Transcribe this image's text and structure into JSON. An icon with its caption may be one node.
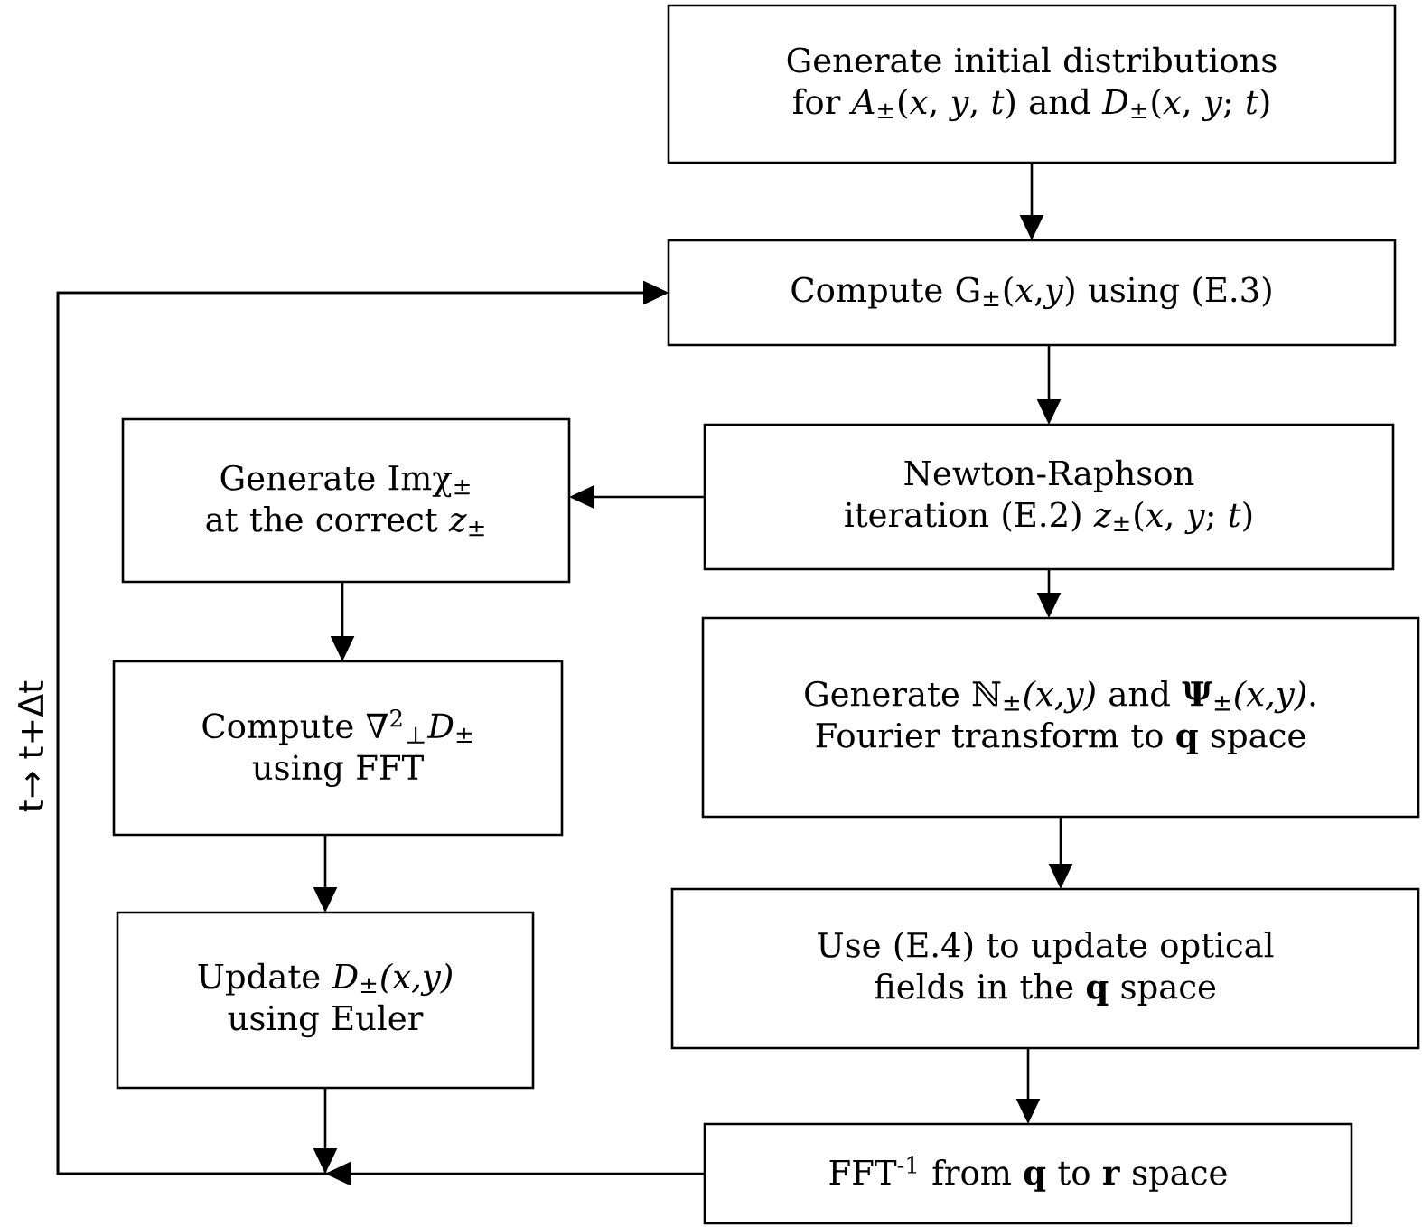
{
  "diagram": {
    "nodes": [
      {
        "text": [
          "Generate initial distributions for *A*$_{±}$(*x*, *y*, *t*) and *D*$_{±}$(*x*, *y*; *t*)"
        ]
      },
      {
        "text": [
          "Compute G$_{±}$(*x*,*y*) using (E.3)"
        ]
      },
      {
        "text": [
          "Newton-Raphson iteration (E.2) *z*$_{±}$(*x*, *y*; *t*)"
        ]
      },
      {
        "text": [
          "Generate Imχ$_{±}$ at the correct *z*$_{±}$"
        ]
      },
      {
        "text": [
          "Compute ∇$^{2}$$_{⊥}$*D*$_{±}$ using FFT"
        ]
      },
      {
        "text": [
          "Update *D*$_{±}$*(x,y)* using Euler"
        ]
      },
      {
        "text": [
          "Generate ℕ$_{±}$*(x,y)* and **Ψ**$_{±}$*(x,y)*. Fourier transform to **q** space"
        ]
      },
      {
        "text": [
          "Use (E.4) to update optical fields in the **q** space"
        ]
      },
      {
        "text": [
          "FFT$^{-1}$ from **q** to **r** space"
        ]
      }
    ],
    "edges": [
      {
        "from": 0,
        "to": 1,
        "arrow": "to"
      },
      {
        "from": 1,
        "to": 2,
        "arrow": "to"
      },
      {
        "from": 2,
        "to": 3,
        "arrow": "to"
      },
      {
        "from": 2,
        "to": 6,
        "arrow": "to"
      },
      {
        "from": 3,
        "to": 4,
        "arrow": "to"
      },
      {
        "from": 4,
        "to": 5,
        "arrow": "to"
      },
      {
        "from": 6,
        "to": 7,
        "arrow": "to"
      },
      {
        "from": 7,
        "to": 8,
        "arrow": "to"
      },
      {
        "from": 5,
        "to": 1,
        "arrow": "to",
        "label": "t→ t+Δt"
      },
      {
        "from": 8,
        "to": 1,
        "arrow": "to"
      }
    ]
  }
}
